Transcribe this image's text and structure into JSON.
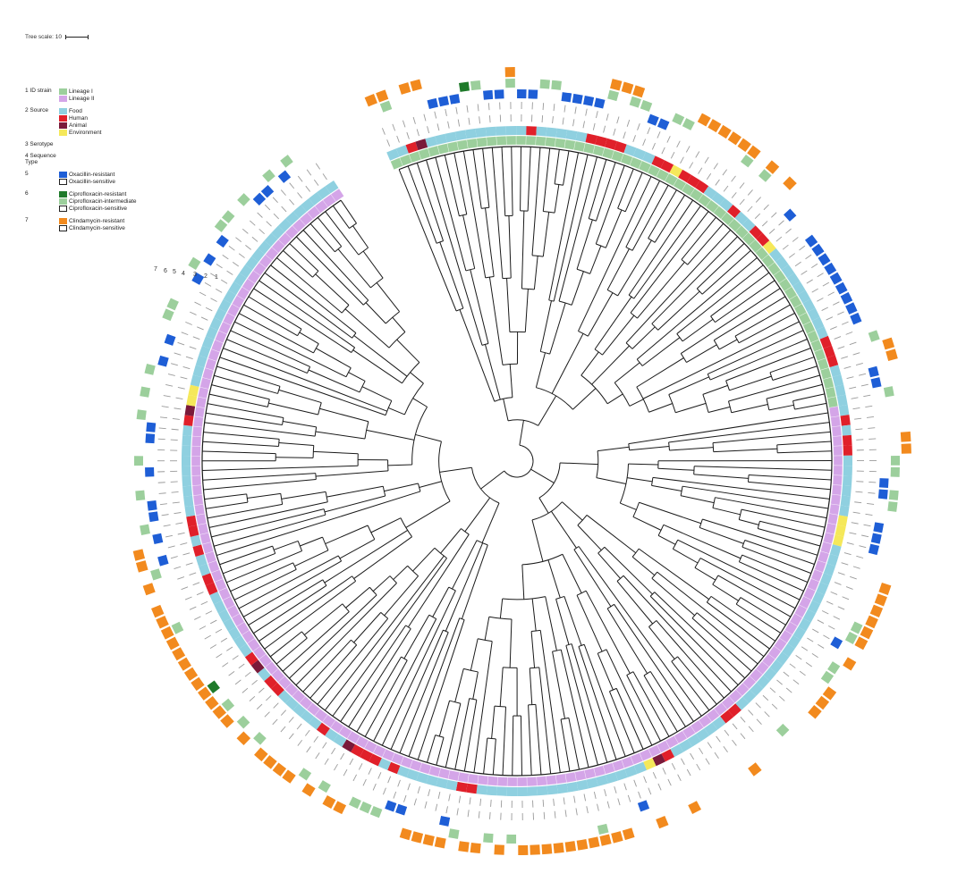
{
  "scale": {
    "label": "Tree scale: 10"
  },
  "legend": [
    {
      "number": "1",
      "title": "ID strain",
      "entries": [
        {
          "label": "Lineage I",
          "color": "#9ccf9c",
          "filled": true
        },
        {
          "label": "Lineage II",
          "color": "#d4a5e8",
          "filled": true
        }
      ]
    },
    {
      "number": "2",
      "title": "Source",
      "entries": [
        {
          "label": "Food",
          "color": "#8fd0e0",
          "filled": true
        },
        {
          "label": "Human",
          "color": "#e0202a",
          "filled": true
        },
        {
          "label": "Animal",
          "color": "#7a1a3a",
          "filled": true
        },
        {
          "label": "Environment",
          "color": "#f5e85a",
          "filled": true
        }
      ]
    },
    {
      "number": "3",
      "title": "Serotype",
      "entries": []
    },
    {
      "number": "4",
      "title": "Sequence Type",
      "entries": []
    },
    {
      "number": "5",
      "title": "",
      "entries": [
        {
          "label": "Oxacillin-resistant",
          "color": "#1e5ed6",
          "filled": true
        },
        {
          "label": "Oxacillin-sensitive",
          "color": "#ffffff",
          "filled": false
        }
      ]
    },
    {
      "number": "6",
      "title": "",
      "entries": [
        {
          "label": "Ciprofloxacin-resistant",
          "color": "#1f7a2a",
          "filled": true
        },
        {
          "label": "Ciprofloxacin-intermediate",
          "color": "#9ccf9c",
          "filled": true
        },
        {
          "label": "Ciprofloxacin-sensitive",
          "color": "#ffffff",
          "filled": false
        }
      ]
    },
    {
      "number": "7",
      "title": "",
      "entries": [
        {
          "label": "Clindamycin-resistant",
          "color": "#f28a1e",
          "filled": true
        },
        {
          "label": "Clindamycin-sensitive",
          "color": "#ffffff",
          "filled": false
        }
      ]
    }
  ],
  "ring_numbers": [
    "7",
    "6",
    "5",
    "4",
    "3",
    "2",
    "1"
  ],
  "colors": {
    "branch": "#1a1a1a",
    "lineage_i": "#9ccf9c",
    "lineage_ii": "#d4a5e8",
    "food": "#8fd0e0",
    "human": "#e0202a",
    "animal": "#7a1a3a",
    "environment": "#f5e85a",
    "oxacillin_resistant": "#1e5ed6",
    "cipro_resistant": "#1f7a2a",
    "cipro_intermediate": "#9ccf9c",
    "clinda_resistant": "#f28a1e"
  },
  "tree": {
    "tip_count": 200,
    "start_angle_deg": 248,
    "end_angle_deg": 596,
    "lineage_i_tips": [
      0,
      58
    ],
    "lineage_ii_tips": [
      59,
      199
    ],
    "source_non_food": [
      {
        "tip": 2,
        "type": "human"
      },
      {
        "tip": 3,
        "type": "animal"
      },
      {
        "tip": 14,
        "type": "human"
      },
      {
        "tip": 20,
        "type": "human"
      },
      {
        "tip": 21,
        "type": "human"
      },
      {
        "tip": 22,
        "type": "human"
      },
      {
        "tip": 23,
        "type": "human"
      },
      {
        "tip": 27,
        "type": "human"
      },
      {
        "tip": 28,
        "type": "human"
      },
      {
        "tip": 29,
        "type": "environment"
      },
      {
        "tip": 30,
        "type": "human"
      },
      {
        "tip": 31,
        "type": "human"
      },
      {
        "tip": 32,
        "type": "human"
      },
      {
        "tip": 36,
        "type": "human"
      },
      {
        "tip": 39,
        "type": "human"
      },
      {
        "tip": 40,
        "type": "human"
      },
      {
        "tip": 41,
        "type": "environment"
      },
      {
        "tip": 52,
        "type": "human"
      },
      {
        "tip": 53,
        "type": "human"
      },
      {
        "tip": 54,
        "type": "human"
      },
      {
        "tip": 60,
        "type": "human"
      },
      {
        "tip": 62,
        "type": "human"
      },
      {
        "tip": 63,
        "type": "human"
      },
      {
        "tip": 70,
        "type": "environment"
      },
      {
        "tip": 71,
        "type": "environment"
      },
      {
        "tip": 72,
        "type": "environment"
      },
      {
        "tip": 92,
        "type": "human"
      },
      {
        "tip": 93,
        "type": "human"
      },
      {
        "tip": 100,
        "type": "human"
      },
      {
        "tip": 101,
        "type": "animal"
      },
      {
        "tip": 102,
        "type": "environment"
      },
      {
        "tip": 120,
        "type": "human"
      },
      {
        "tip": 121,
        "type": "human"
      },
      {
        "tip": 128,
        "type": "human"
      },
      {
        "tip": 130,
        "type": "human"
      },
      {
        "tip": 131,
        "type": "human"
      },
      {
        "tip": 132,
        "type": "human"
      },
      {
        "tip": 133,
        "type": "animal"
      },
      {
        "tip": 136,
        "type": "human"
      },
      {
        "tip": 142,
        "type": "human"
      },
      {
        "tip": 143,
        "type": "human"
      },
      {
        "tip": 145,
        "type": "animal"
      },
      {
        "tip": 146,
        "type": "human"
      },
      {
        "tip": 154,
        "type": "human"
      },
      {
        "tip": 155,
        "type": "human"
      },
      {
        "tip": 158,
        "type": "human"
      },
      {
        "tip": 160,
        "type": "human"
      },
      {
        "tip": 161,
        "type": "human"
      },
      {
        "tip": 171,
        "type": "human"
      },
      {
        "tip": 172,
        "type": "animal"
      },
      {
        "tip": 173,
        "type": "environment"
      },
      {
        "tip": 174,
        "type": "environment"
      }
    ],
    "oxacillin_resistant_tips": [
      5,
      6,
      7,
      10,
      11,
      13,
      14,
      17,
      18,
      19,
      20,
      25,
      26,
      40,
      43,
      44,
      45,
      46,
      47,
      48,
      49,
      50,
      51,
      56,
      57,
      66,
      67,
      70,
      71,
      72,
      81,
      104,
      122,
      126,
      127,
      158,
      160,
      162,
      163,
      166,
      169,
      170,
      176,
      178,
      184,
      186,
      188,
      193,
      194,
      196
    ],
    "cipro_resistant_tips": [
      8,
      146
    ],
    "cipro_intermediate_tips": [
      1,
      9,
      12,
      15,
      16,
      21,
      23,
      24,
      27,
      28,
      34,
      36,
      53,
      58,
      64,
      65,
      67,
      68,
      79,
      80,
      83,
      84,
      90,
      108,
      116,
      118,
      121,
      128,
      129,
      130,
      133,
      135,
      140,
      142,
      144,
      152,
      157,
      161,
      164,
      167,
      171,
      173,
      175,
      180,
      181,
      185,
      189,
      190,
      192,
      195,
      197
    ],
    "clinda_resistant_tips": [
      0,
      1,
      3,
      4,
      12,
      21,
      22,
      23,
      29,
      30,
      31,
      32,
      33,
      34,
      36,
      38,
      54,
      55,
      62,
      63,
      75,
      76,
      77,
      78,
      79,
      80,
      82,
      85,
      86,
      87,
      94,
      100,
      103,
      106,
      107,
      108,
      109,
      110,
      111,
      112,
      113,
      114,
      115,
      117,
      119,
      120,
      122,
      123,
      124,
      125,
      131,
      132,
      134,
      136,
      137,
      138,
      139,
      141,
      143,
      144,
      145,
      146,
      147,
      148,
      149,
      150,
      151,
      152,
      153,
      154,
      156,
      158,
      159
    ]
  }
}
